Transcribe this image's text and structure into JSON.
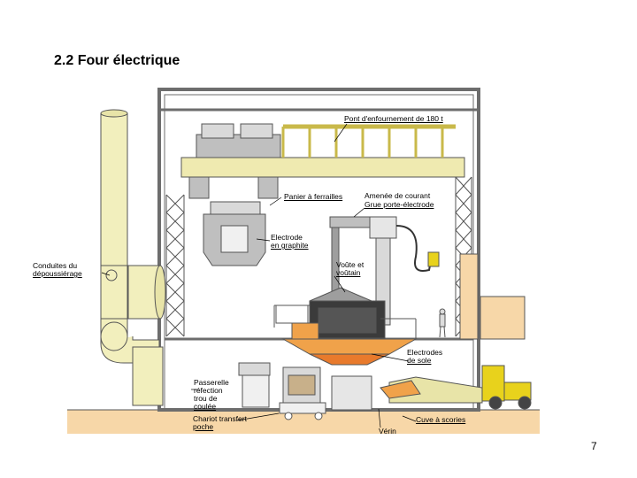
{
  "title": "2.2 Four électrique",
  "page_number": "7",
  "labels": {
    "crane": "Pont d'enfournement de 180 t",
    "basket": "Panier à ferrailles",
    "current_line1": "Amenée de courant",
    "current_line2": "Grue porte-électrode",
    "electrode_line1": "Electrode",
    "electrode_line2": "en graphite",
    "ducts_line1": "Conduites du",
    "ducts_line2": "dépoussiérage",
    "roof_line1": "Voûte et",
    "roof_line2": "voûtain",
    "sole_line1": "Electrodes",
    "sole_line2": "de sole",
    "walkway_line1": "Passerelle",
    "walkway_line2": "réfection",
    "walkway_line3": "trou de",
    "walkway_line4": "coulée",
    "ladle_line1": "Chariot transfert",
    "ladle_line2": "poche",
    "slag": "Cuve à scories",
    "jack": "Vérin"
  },
  "colors": {
    "building": "#6d6d6d",
    "pipe": "#f2efbd",
    "crane": "#efeab0",
    "floor": "#f7d7a8",
    "furnace_orange": "#f0a24a",
    "truck": "#e8d21c"
  }
}
